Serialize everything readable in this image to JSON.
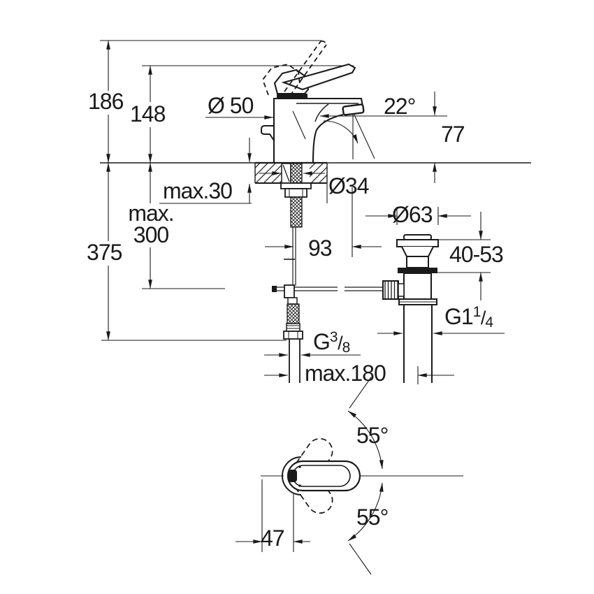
{
  "drawing": {
    "type": "faucet-installation-dimension-drawing",
    "colors": {
      "line": "#1a1a1a",
      "background": "#ffffff"
    },
    "labels": {
      "raised_lever_height": "186",
      "lever_height": "148",
      "base_diameter": "Ø 50",
      "spout_angle": "22°",
      "spout_height": "77",
      "max_deck_thickness": "max.30",
      "hole_diameter": "Ø34",
      "max_rod_line1": "max.",
      "max_rod_line2": "300",
      "hose_drop": "375",
      "spout_reach": "93",
      "waste_flange_diameter": "Ø63",
      "clamp_range": "40-53",
      "waste_thread_base": "G1",
      "waste_thread_sup": "1",
      "waste_thread_slash": "/",
      "waste_thread_sub": "4",
      "supply_thread_base": "G",
      "supply_thread_sup": "3",
      "supply_thread_slash": "/",
      "supply_thread_sub": "8",
      "max_hose_spread": "max.180",
      "swivel_upper": "55°",
      "swivel_lower": "55°",
      "handle_offset": "47"
    }
  }
}
